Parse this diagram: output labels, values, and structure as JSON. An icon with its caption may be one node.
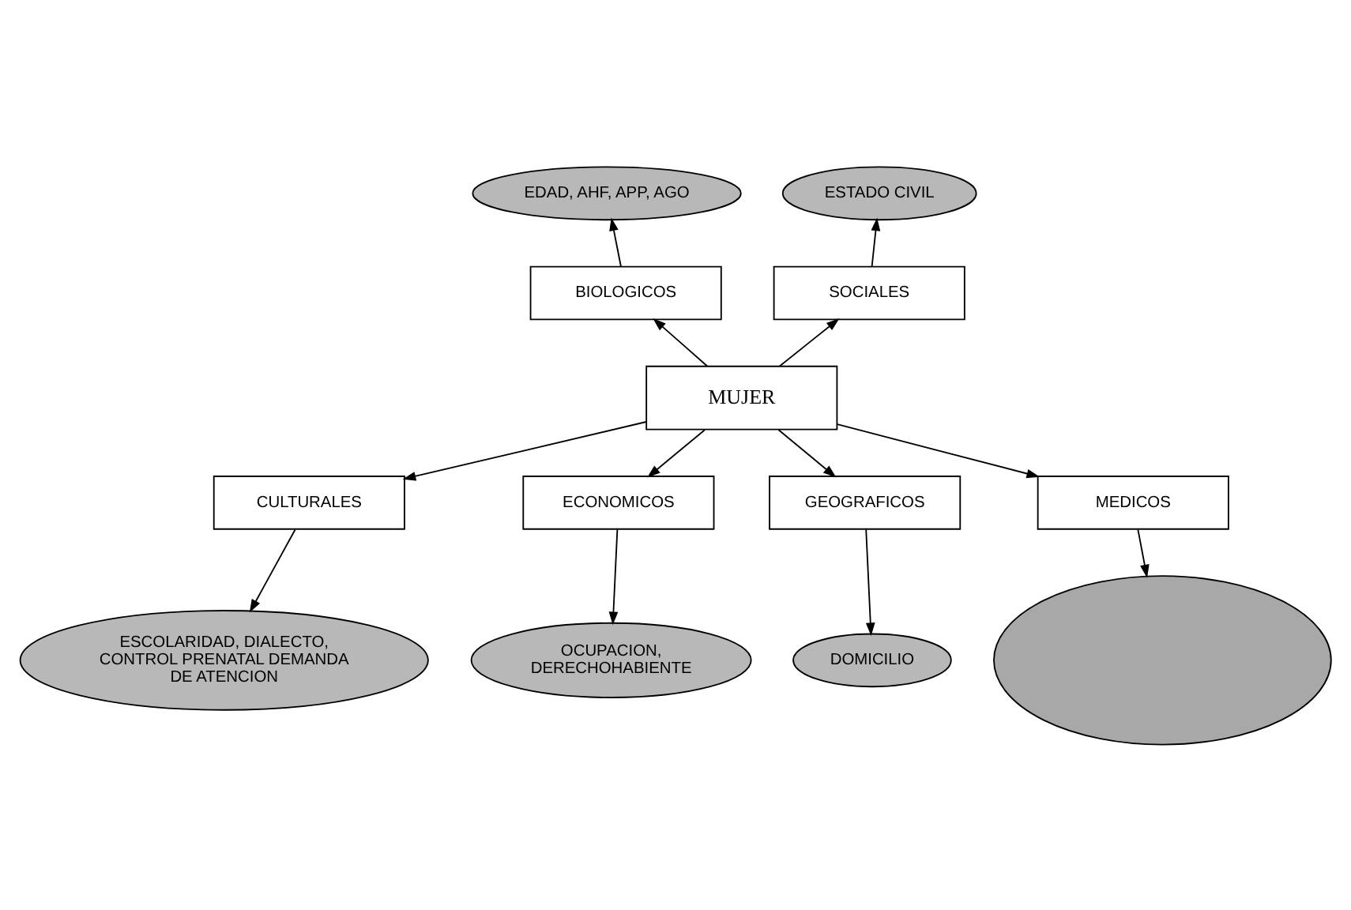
{
  "diagram": {
    "nodes": [
      {
        "text": [
          "MUJER"
        ]
      },
      {
        "text": [
          "BIOLOGICOS"
        ]
      },
      {
        "text": [
          "SOCIALES"
        ]
      },
      {
        "text": [
          "CULTURALES"
        ]
      },
      {
        "text": [
          "ECONOMICOS"
        ]
      },
      {
        "text": [
          "GEOGRAFICOS"
        ]
      },
      {
        "text": [
          "MEDICOS"
        ]
      },
      {
        "text": [
          "EDAD, AHF, APP, AGO"
        ]
      },
      {
        "text": [
          "ESTADO CIVIL"
        ]
      },
      {
        "text": [
          "ESCOLARIDAD, DIALECTO, CONTROL PRENATAL DEMANDA DE ATENCION"
        ]
      },
      {
        "text": [
          "OCUPACION, DERECHOHABIENTE"
        ]
      },
      {
        "text": [
          "DOMICILIO"
        ]
      },
      {
        "text": [],
        "shape": "ellipse"
      }
    ],
    "edges": [
      {
        "from": 0,
        "to": 1,
        "arrow": "to"
      },
      {
        "from": 0,
        "to": 2,
        "arrow": "to"
      },
      {
        "from": 0,
        "to": 3,
        "arrow": "to"
      },
      {
        "from": 0,
        "to": 4,
        "arrow": "to"
      },
      {
        "from": 0,
        "to": 5,
        "arrow": "to"
      },
      {
        "from": 0,
        "to": 6,
        "arrow": "to"
      },
      {
        "from": 1,
        "to": 7,
        "arrow": "to"
      },
      {
        "from": 2,
        "to": 8,
        "arrow": "to"
      },
      {
        "from": 3,
        "to": 9,
        "arrow": "to"
      },
      {
        "from": 4,
        "to": 10,
        "arrow": "to"
      },
      {
        "from": 5,
        "to": 11,
        "arrow": "to"
      },
      {
        "from": 6,
        "to": 12,
        "arrow": "to"
      }
    ]
  }
}
